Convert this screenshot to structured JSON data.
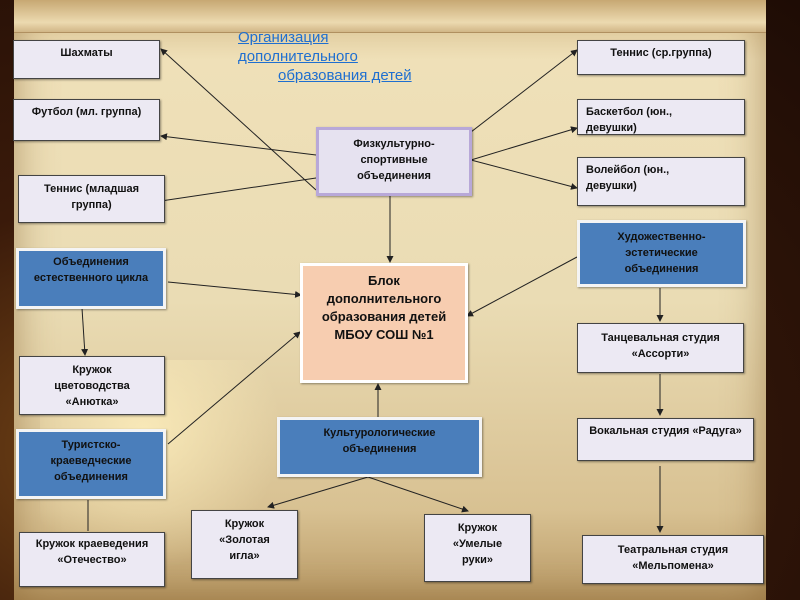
{
  "title": {
    "line1": "Организация",
    "line2": "дополнительного",
    "line3": "образования детей"
  },
  "center": "Блок дополнительного образования детей МБОУ СОШ №1",
  "sport": {
    "label": "Физкультурно-спортивные объединения",
    "children": [
      "Шахматы",
      "Футбол (мл. группа)",
      "Теннис (младшая группа)",
      "Теннис (ср.группа)",
      "Баскетбол (юн., девушки)",
      "Волейбол (юн., девушки)"
    ]
  },
  "natural": {
    "label": "Объединения естественного цикла",
    "children": [
      "Кружок цветоводства «Анютка»"
    ]
  },
  "tourism": {
    "label": "Туристско-краеведческие объединения",
    "children": [
      "Кружок краеведения «Отечество»"
    ]
  },
  "culture": {
    "label": "Культурологические объединения",
    "children": [
      "Кружок «Золотая игла»",
      "Кружок «Умелые руки»"
    ]
  },
  "art": {
    "label": "Художественно-эстетические объединения",
    "children": [
      "Танцевальная студия «Ассорти»",
      "Вокальная студия «Радуга»",
      "Театральная студия «Мельпомена»"
    ]
  },
  "colors": {
    "blue_box": "#4a7ebb",
    "center_box": "#f7cdb0",
    "leaf_box": "#ece9f3",
    "title": "#1f6fd0"
  }
}
